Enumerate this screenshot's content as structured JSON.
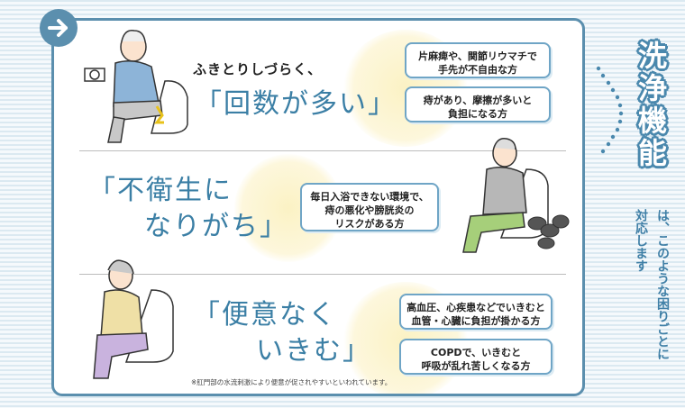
{
  "side": {
    "title": "洗浄機能",
    "subtitle": "は、このような困りごとに対応します"
  },
  "sections": [
    {
      "lead": "ふきとりしづらく、",
      "headline_line1": "「回数が多い」",
      "bubbles": [
        "片麻痺や、関節リウマチで\n手先が不自由な方",
        "痔があり、摩擦が多いと\n負担になる方"
      ]
    },
    {
      "headline_line1": "「不衛生に",
      "headline_line2": "なりがち」",
      "bubbles": [
        "毎日入浴できない環境で、\n痔の悪化や膀胱炎の\nリスクがある方"
      ]
    },
    {
      "headline_line1": "「便意なく",
      "headline_line2": "いきむ」",
      "bubbles": [
        "高血圧、心疾患などでいきむと\n血管・心臓に負担が掛かる方",
        "COPDで、いきむと\n呼吸が乱れ苦しくなる方"
      ]
    }
  ],
  "footnote": "※肛門部の水流刺激により便意が促されやすいといわれています。",
  "colors": {
    "accent": "#3b7fa5",
    "border": "#5b8fae",
    "highlight": "#fbf2c4"
  }
}
